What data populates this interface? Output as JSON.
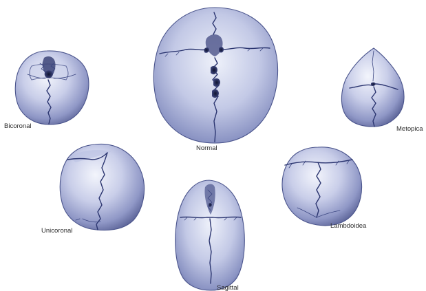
{
  "colors": {
    "skull_highlight": "#f2f4fb",
    "skull_mid": "#b5bce0",
    "skull_shadow": "#5d6598",
    "suture": "#2b3570",
    "label": "#2a2a2a"
  },
  "skulls": {
    "bicoronal": {
      "label": "Bicoronal"
    },
    "normal": {
      "label": "Normal"
    },
    "metopic": {
      "label": "Metopica"
    },
    "unicoronal": {
      "label": "Unicoronal"
    },
    "sagittal": {
      "label": "Sagittal"
    },
    "lambdoid": {
      "label": "Lambdoidea"
    }
  }
}
